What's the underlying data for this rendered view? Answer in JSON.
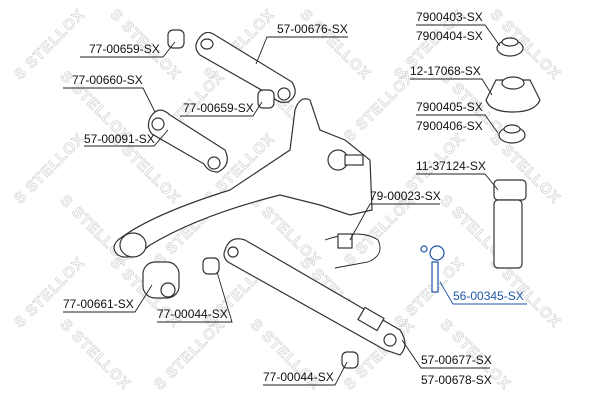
{
  "watermark": "STELLOX",
  "colors": {
    "highlight": "#1f56a8",
    "text": "#111111",
    "watermark": "#d6d6d6"
  },
  "labels": {
    "l1": "77-00659-SX",
    "l2": "57-00676-SX",
    "l3": "77-00660-SX",
    "l4": "77-00659-SX",
    "l5": "57-00091-SX",
    "l6a": "7900403-SX",
    "l6b": "7900404-SX",
    "l7": "12-17068-SX",
    "l8a": "7900405-SX",
    "l8b": "7900406-SX",
    "l9": "11-37124-SX",
    "l10": "79-00023-SX",
    "l11": "56-00345-SX",
    "l12": "77-00661-SX",
    "l13": "77-00044-SX",
    "l14a": "57-00677-SX",
    "l14b": "57-00678-SX",
    "l15": "77-00044-SX"
  }
}
